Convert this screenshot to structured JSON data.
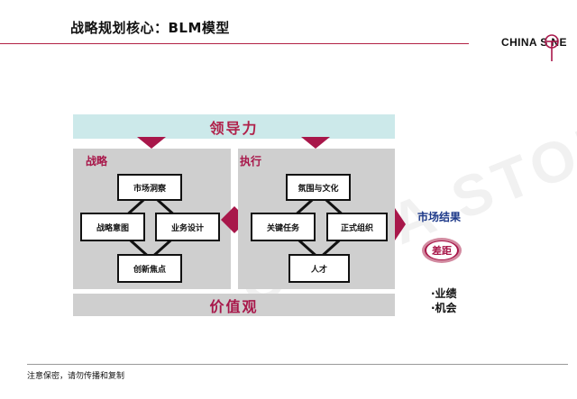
{
  "title": "战略规划核心：BLM模型",
  "logo": {
    "text": "CHINA S  NE"
  },
  "watermark": "CHINA STONE",
  "leadership": "领导力",
  "strategy": {
    "label": "战略",
    "nodes": {
      "top": "市场洞察",
      "left": "战略意图",
      "right": "业务设计",
      "bottom": "创新焦点"
    }
  },
  "execution": {
    "label": "执行",
    "nodes": {
      "top": "氛围与文化",
      "left": "关键任务",
      "right": "正式组织",
      "bottom": "人才"
    }
  },
  "values": "价值观",
  "results": {
    "label": "市场结果",
    "gap": "差距",
    "items": [
      "·业绩",
      "·机会"
    ]
  },
  "footer": "注意保密，请勿传播和复制",
  "colors": {
    "accent": "#a8174a",
    "band_top": "#cce9ea",
    "panel": "#cfcfcf",
    "results_label": "#1e3a8a"
  }
}
